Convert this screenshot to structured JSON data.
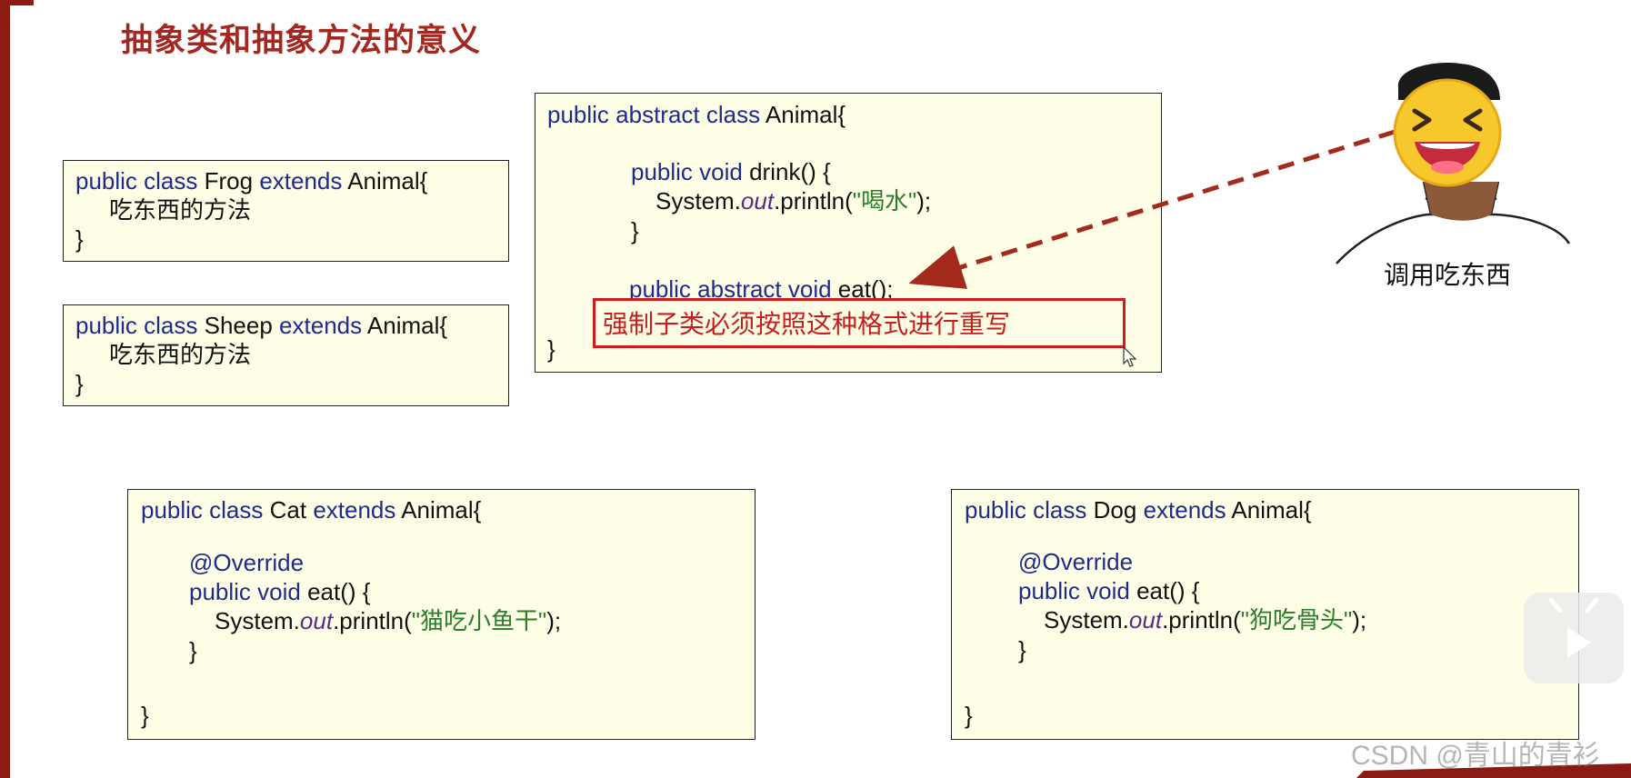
{
  "title": "抽象类和抽象方法的意义",
  "animal": {
    "l1_kw": "public abstract class",
    "l1_name": " Animal{",
    "l2_kw": "public void",
    "l2_rest": " drink() {",
    "l3_a": "System.",
    "l3_out": "out",
    "l3_b": ".println(",
    "l3_str": "\"喝水\"",
    "l3_c": ");",
    "l4": "}",
    "l5_kw": "public abstract void",
    "l5_rest": " eat();",
    "l6": "}",
    "note": "强制子类必须按照这种格式进行重写"
  },
  "frog": {
    "kw1": "public class",
    "name": " Frog ",
    "kw2": "extends",
    "parent": " Animal{",
    "body": "吃东西的方法",
    "close": "}"
  },
  "sheep": {
    "kw1": "public class",
    "name": " Sheep ",
    "kw2": "extends",
    "parent": " Animal{",
    "body": "吃东西的方法",
    "close": "}"
  },
  "cat": {
    "kw1": "public class",
    "name": " Cat ",
    "kw2": "extends",
    "parent": " Animal{",
    "annotation": "@Override",
    "m_kw": "public void",
    "m_rest": " eat() {",
    "p_a": "System.",
    "p_out": "out",
    "p_b": ".println(",
    "p_str": "\"猫吃小鱼干\"",
    "p_c": ");",
    "m_close": "}",
    "close": "}"
  },
  "dog": {
    "kw1": "public class",
    "name": " Dog ",
    "kw2": "extends",
    "parent": " Animal{",
    "annotation": "@Override",
    "m_kw": "public void",
    "m_rest": " eat() {",
    "p_a": "System.",
    "p_out": "out",
    "p_b": ".println(",
    "p_str": "\"狗吃骨头\"",
    "p_c": ");",
    "m_close": "}",
    "close": "}"
  },
  "caption": "调用吃东西",
  "watermark": "CSDN @青山的青衫",
  "colors": {
    "title": "#a4281f",
    "keyword": "#1e2b8c",
    "string": "#2b7d2b",
    "note": "#c41e1e",
    "box_bg": "#fefee6"
  }
}
